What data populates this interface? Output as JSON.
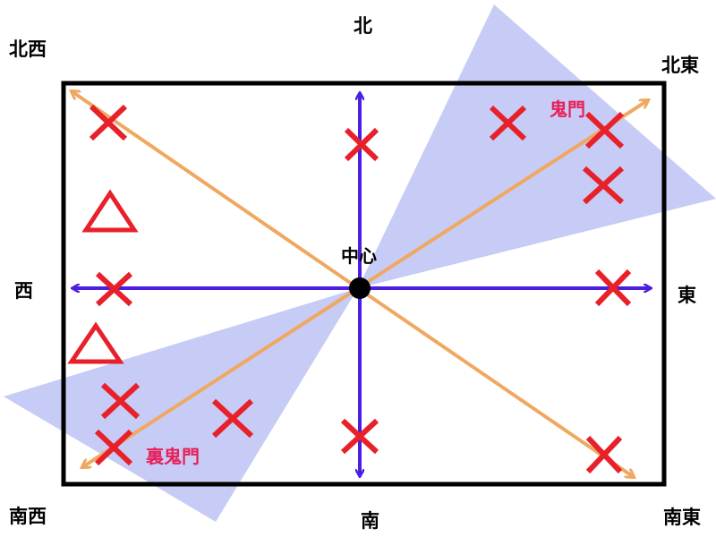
{
  "directions": {
    "north": "北",
    "south": "南",
    "east": "東",
    "west": "西",
    "northeast": "北東",
    "northwest": "北西",
    "southeast": "南東",
    "southwest": "南西"
  },
  "center_label": "中心",
  "kimon_label": "鬼門",
  "ura_kimon_label": "裏鬼門",
  "colors": {
    "frame": "#000000",
    "axis": "#4b1ee0",
    "diagonal": "#f0a860",
    "mark": "#e8202a",
    "zone": "#b3bbf2",
    "zone_label": "#e8205a"
  },
  "marks": {
    "cross_count": 12,
    "triangle_count": 2
  }
}
